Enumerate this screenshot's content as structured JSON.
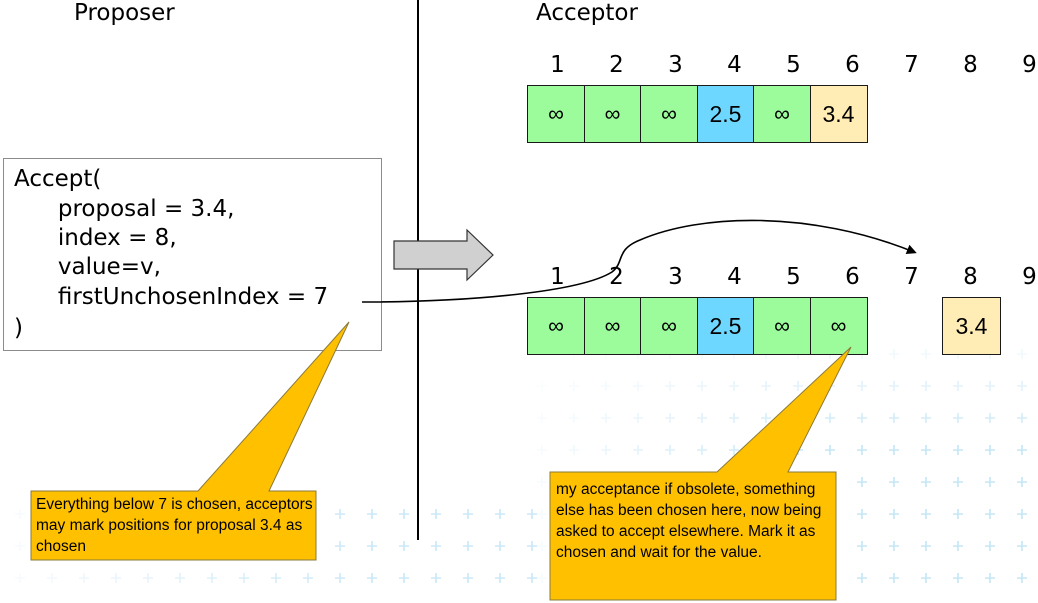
{
  "headings": {
    "proposer": "Proposer",
    "acceptor": "Acceptor"
  },
  "colors": {
    "chosen_green": "#9cfc9c",
    "accepted_blue": "#6ed7ff",
    "proposal_yellow": "#ffedb5",
    "callout_orange": "#ffc000",
    "pattern_blue": "#c5e6f7"
  },
  "acceptor_before": {
    "indices": [
      "1",
      "2",
      "3",
      "4",
      "5",
      "6",
      "7",
      "8",
      "9"
    ],
    "cells": [
      {
        "index": "1",
        "value": "∞",
        "state": "chosen"
      },
      {
        "index": "2",
        "value": "∞",
        "state": "chosen"
      },
      {
        "index": "3",
        "value": "∞",
        "state": "chosen"
      },
      {
        "index": "4",
        "value": "2.5",
        "state": "accepted"
      },
      {
        "index": "5",
        "value": "∞",
        "state": "chosen"
      },
      {
        "index": "6",
        "value": "3.4",
        "state": "proposal"
      }
    ]
  },
  "acceptor_after": {
    "indices": [
      "1",
      "2",
      "3",
      "4",
      "5",
      "6",
      "7",
      "8",
      "9"
    ],
    "cells": [
      {
        "index": "1",
        "value": "∞",
        "state": "chosen"
      },
      {
        "index": "2",
        "value": "∞",
        "state": "chosen"
      },
      {
        "index": "3",
        "value": "∞",
        "state": "chosen"
      },
      {
        "index": "4",
        "value": "2.5",
        "state": "accepted"
      },
      {
        "index": "5",
        "value": "∞",
        "state": "chosen"
      },
      {
        "index": "6",
        "value": "∞",
        "state": "chosen"
      }
    ],
    "separate_cell": {
      "index": "8",
      "value": "3.4",
      "state": "proposal"
    }
  },
  "accept_message": {
    "lines": [
      "Accept(",
      "      proposal = 3.4,",
      "      index = 8,",
      "      value=v,",
      "      firstUnchosenIndex = 7",
      ")"
    ]
  },
  "callouts": {
    "left": "Everything below 7 is chosen, acceptors may mark positions for proposal 3.4 as chosen",
    "right": "my acceptance if obsolete, something else has been chosen here, now being asked to accept elsewhere. Mark it as chosen and wait for the value."
  },
  "icons": {
    "send_arrow": "right-block-arrow-icon",
    "pointer_arrow": "curved-arrow-icon"
  }
}
